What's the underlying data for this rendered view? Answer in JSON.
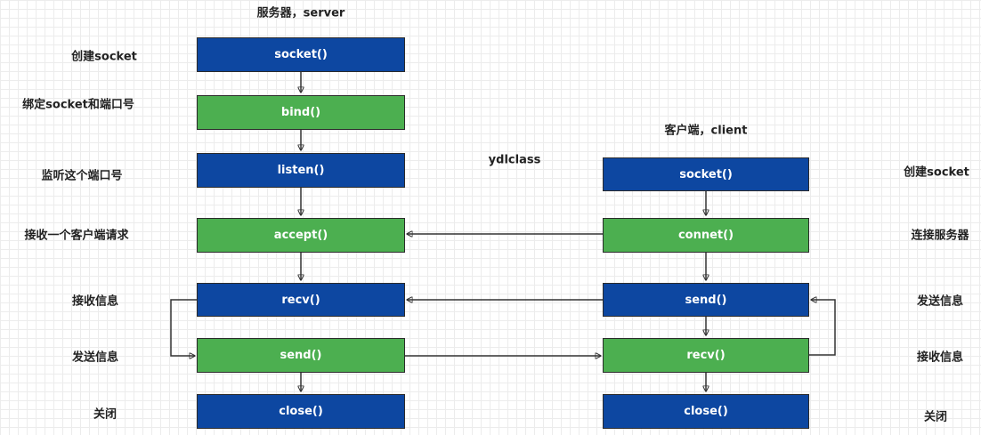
{
  "server": {
    "title": "服务器，server",
    "nodes": [
      "socket()",
      "bind()",
      "listen()",
      "accept()",
      "recv()",
      "send()",
      "close()"
    ],
    "labels": [
      "创建socket",
      "绑定socket和端口号",
      "监听这个端口号",
      "接收一个客户端请求",
      "接收信息",
      "发送信息",
      "关闭"
    ]
  },
  "client": {
    "title": "客户端，client",
    "nodes": [
      "socket()",
      "connet()",
      "send()",
      "recv()",
      "close()"
    ],
    "labels": [
      "创建socket",
      "连接服务器",
      "发送信息",
      "接收信息",
      "关闭"
    ]
  },
  "watermark": "ydlclass",
  "colors": {
    "blue": "#0d47a1",
    "green": "#4caf50",
    "arrow": "#333333"
  }
}
